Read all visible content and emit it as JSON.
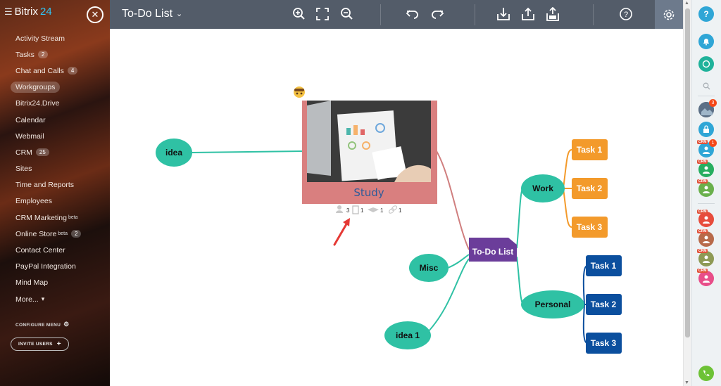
{
  "sidebar": {
    "logo_name": "Bitrix",
    "logo_num": "24",
    "close_glyph": "✕",
    "menu": [
      {
        "label": "Activity Stream"
      },
      {
        "label": "Tasks",
        "badge": "2"
      },
      {
        "label": "Chat and Calls",
        "badge": "4"
      },
      {
        "label": "Workgroups",
        "active": true
      },
      {
        "label": "Bitrix24.Drive"
      },
      {
        "label": "Calendar"
      },
      {
        "label": "Webmail"
      },
      {
        "label": "CRM",
        "badge": "25"
      },
      {
        "label": "Sites"
      },
      {
        "label": "Time and Reports"
      },
      {
        "label": "Employees"
      },
      {
        "label": "CRM Marketing",
        "beta": "beta"
      },
      {
        "label": "Online Store",
        "beta": "beta",
        "badge": "2"
      },
      {
        "label": "Contact Center"
      },
      {
        "label": "PayPal Integration"
      },
      {
        "label": "Mind Map"
      },
      {
        "label": "More...",
        "more": true
      }
    ],
    "configure_menu": "CONFIGURE MENU",
    "invite_users": "INVITE USERS"
  },
  "toolbar": {
    "title": "To-Do List",
    "icons": [
      "zoom-in-icon",
      "fullscreen-icon",
      "zoom-out-icon",
      "undo-icon",
      "redo-icon",
      "download-icon",
      "share-icon",
      "export-png-icon",
      "help-icon",
      "settings-icon"
    ]
  },
  "mindmap": {
    "root": "To-Do List",
    "study_title": "Study",
    "study_meta": [
      "3",
      "1",
      "1",
      "1"
    ],
    "nodes": {
      "idea": "idea",
      "misc": "Misc",
      "idea1": "idea 1",
      "work": "Work",
      "personal": "Personal",
      "work_tasks": [
        "Task 1",
        "Task 2",
        "Task 3"
      ],
      "personal_tasks": [
        "Task 1",
        "Task 2",
        "Task 3"
      ]
    },
    "colors": {
      "teal": "#2fc1a4",
      "orange": "#f39a2b",
      "blue": "#0b4f9e",
      "purple": "#6b3d9a",
      "study_frame": "#d97f7f",
      "study_text": "#2d5b9a",
      "link_teal": "#2fc1a4",
      "link_orange": "#f39a2b",
      "link_blue": "#0b4f9e",
      "link_pink": "#d07f7f"
    }
  },
  "rightbar": {
    "help": "?",
    "crm_tag": "CRM",
    "badges": [
      "3",
      "1"
    ]
  }
}
